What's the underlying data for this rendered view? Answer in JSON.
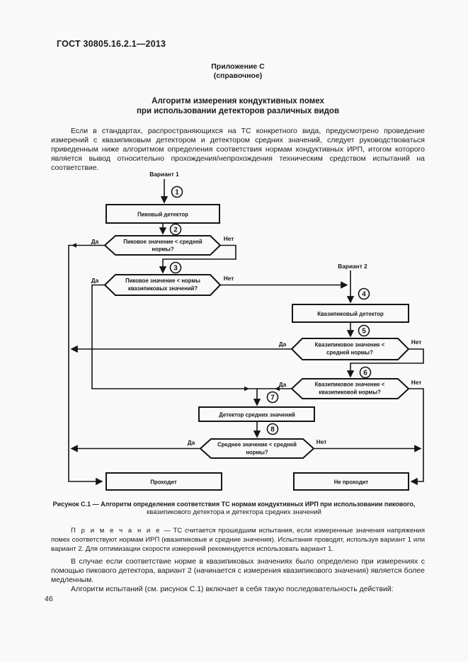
{
  "document": {
    "header": "ГОСТ 30805.16.2.1—2013",
    "annex": "Приложение С",
    "annex_sub": "(справочное)",
    "title_lines": [
      "Алгоритм измерения кондуктивных помех",
      "при использовании детекторов различных видов"
    ],
    "paragraph1": "Если в стандартах, распространяющихся на ТС конкретного вида, предусмотрено проведение измерений с квазипиковым детектором и детектором средних значений, следует руководствоваться приведенным ниже алгоритмом определения соответствия нормам кондуктивных ИРП, итогом которого является вывод относительно прохождения/непрохождения техническим средством испытаний на соответствие.",
    "caption_line1": "Рисунок С.1 — Алгоритм определения соответствия ТС нормам кондуктивных ИРП при использовании пикового,",
    "caption_line2": "квазипикового детектора и детектора средних значений",
    "note_label": "П р и м е ч а н и е",
    "note_text": " — ТС считается прошедшим испытания, если измеренные значения напряжения помех соответствуют нормам ИРП (квазипиковые и средние значения). Испытания проводят, используя вариант 1 или вариант 2. Для оптимизации скорости измерений рекомендуется использовать вариант 1.",
    "paragraph3": "В случае если соответствие норме в квазипиковых значениях было определено при измерениях с помощью пикового детектора, вариант 2 (начинается с измерения квазипикового значения) является более медленным.",
    "paragraph4": "Алгоритм испытаний (см. рисунок С.1) включает в себя такую последовательность действий:",
    "page_number": "46"
  },
  "flowchart": {
    "variant1_label": "Вариант 1",
    "variant2_label": "Вариант 2",
    "yes_label": "Да",
    "no_label": "Нет",
    "steps": [
      "1",
      "2",
      "3",
      "4",
      "5",
      "6",
      "7",
      "8"
    ],
    "nodes": {
      "peak_detector": "Пиковый детектор",
      "decision2": [
        "Пиковое значение < средней",
        "нормы?"
      ],
      "decision3": [
        "Пиковое значение < нормы",
        "квазипиковых значений?"
      ],
      "quasi_peak_detector": "Квазипиковый детектор",
      "decision5": [
        "Квазипиковое значение <",
        "средней нормы?"
      ],
      "decision6": [
        "Квазипиковое значение <",
        "квазипиковой нормы?"
      ],
      "average_detector": "Детектор средних значений",
      "decision8": [
        "Среднее значение < средней",
        "нормы?"
      ],
      "pass": "Проходит",
      "fail": "Не проходит"
    },
    "line_color": "#151515"
  }
}
